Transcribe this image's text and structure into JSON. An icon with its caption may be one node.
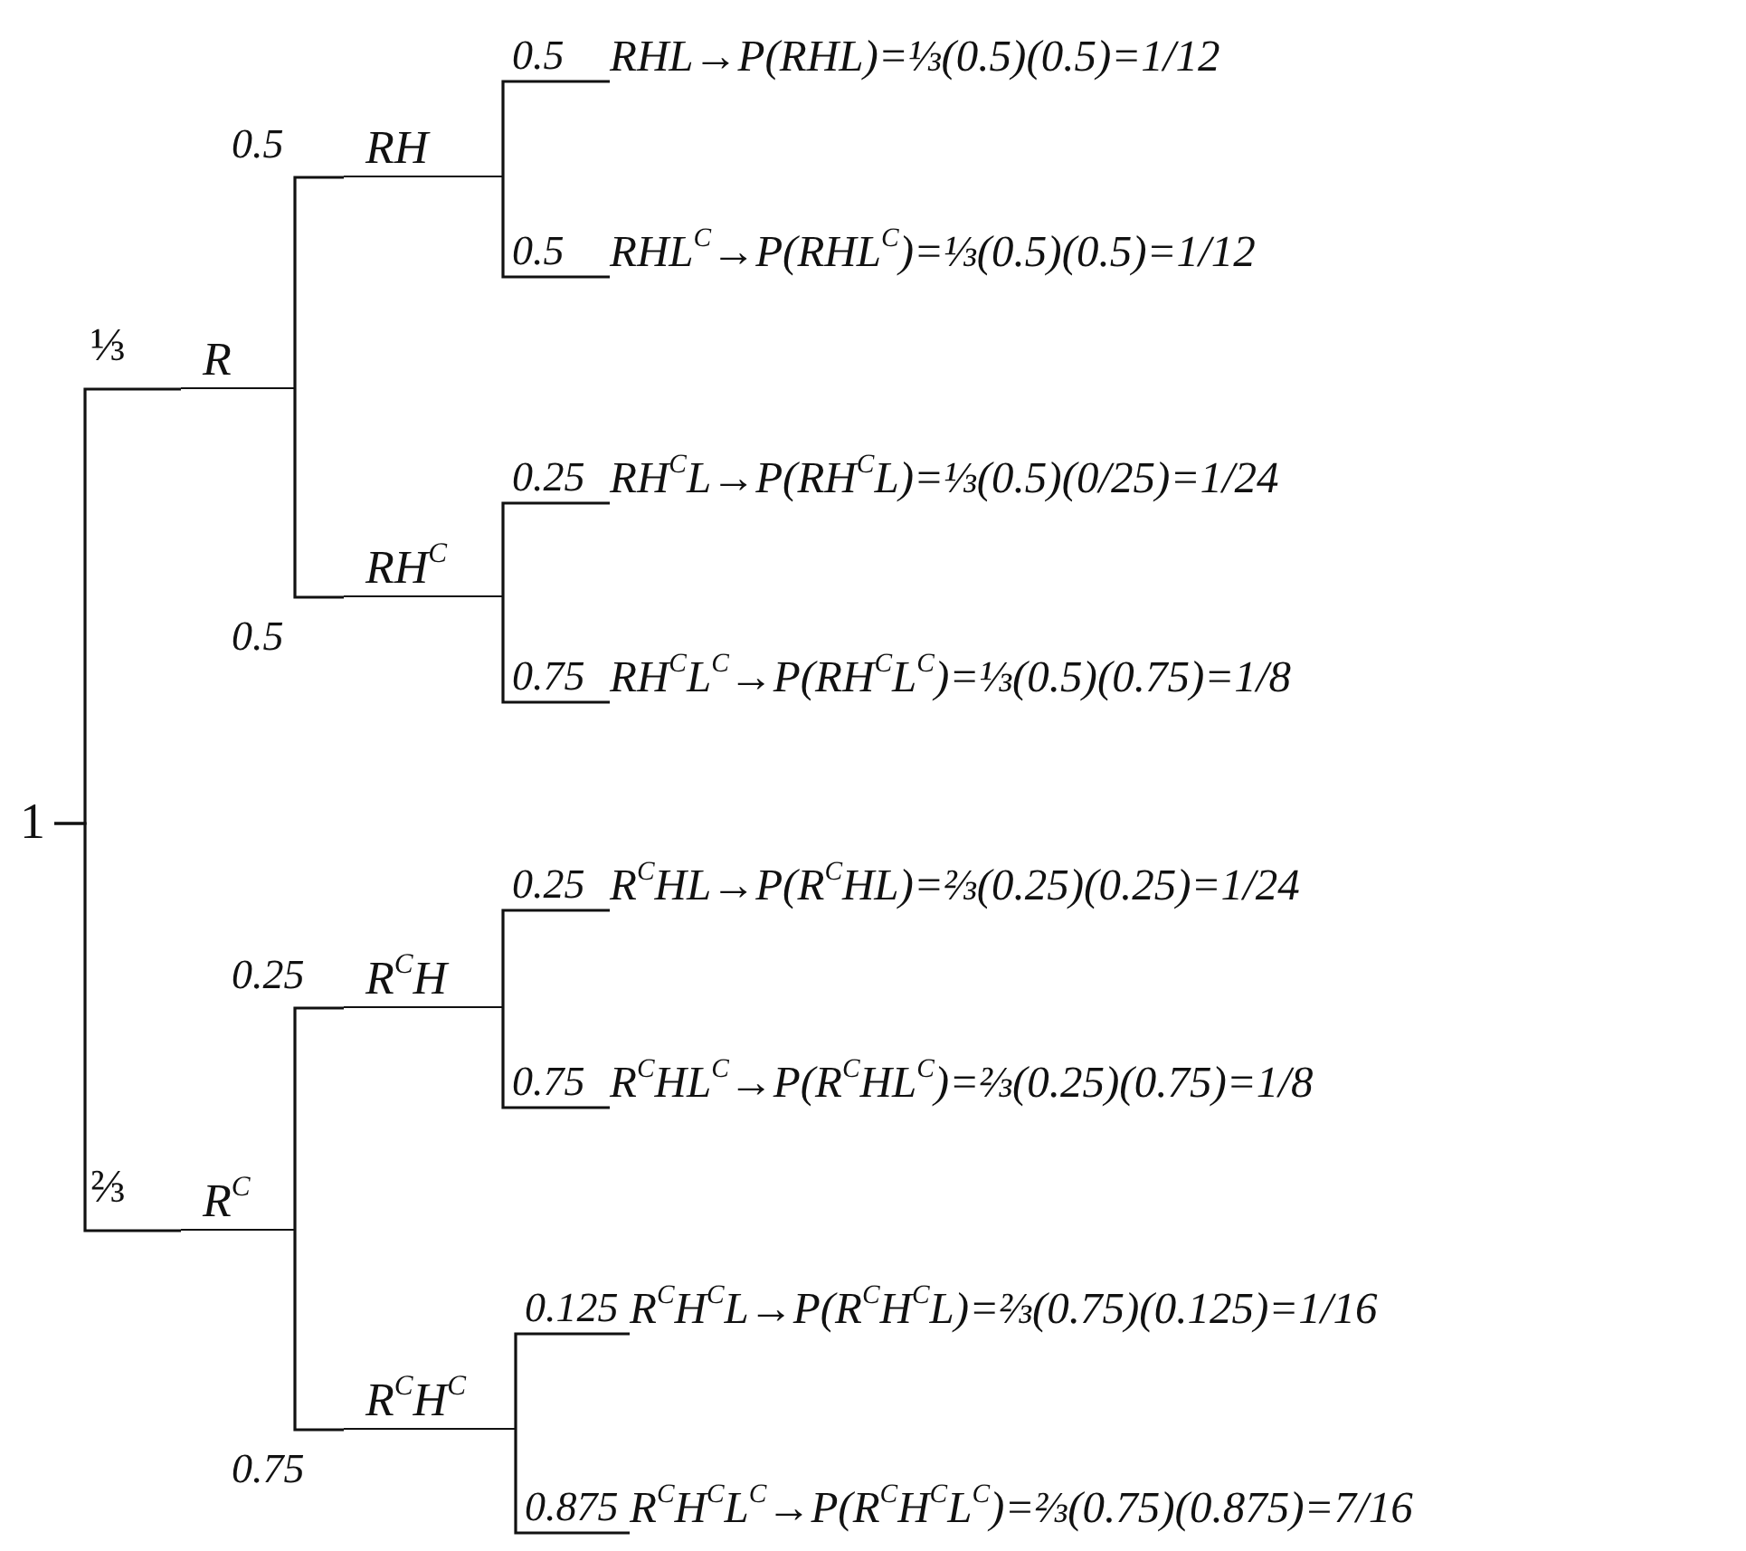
{
  "diagram": {
    "nodes": [
      {
        "text": [
          "1"
        ]
      },
      {
        "text": [
          "R"
        ]
      },
      {
        "text": [
          "RH"
        ]
      },
      {
        "text": [
          "RHL→P(RHL)=⅓(0.5)(0.5)=1/12"
        ]
      },
      {
        "text": [
          "RHL$^{C}$→P(RHL$^{C}$)=⅓(0.5)(0.5)=1/12"
        ]
      },
      {
        "text": [
          "RH$^{C}$"
        ]
      },
      {
        "text": [
          "RH$^{C}$L→P(RH$^{C}$L)=⅓(0.5)(0/25)=1/24"
        ]
      },
      {
        "text": [
          "RH$^{C}$L$^{C}$→P(RH$^{C}$L$^{C}$)=⅓(0.5)(0.75)=1/8"
        ]
      },
      {
        "text": [
          "R$^{C}$"
        ]
      },
      {
        "text": [
          "R$^{C}$H"
        ]
      },
      {
        "text": [
          "R$^{C}$HL→P(R$^{C}$HL)=⅔(0.25)(0.25)=1/24"
        ]
      },
      {
        "text": [
          "R$^{C}$HL$^{C}$→P(R$^{C}$HL$^{C}$)=⅔(0.25)(0.75)=1/8"
        ]
      },
      {
        "text": [
          "R$^{C}$H$^{C}$"
        ]
      },
      {
        "text": [
          "R$^{C}$H$^{C}$L→P(R$^{C}$H$^{C}$L)=⅔(0.75)(0.125)=1/16"
        ]
      },
      {
        "text": [
          "R$^{C}$H$^{C}$L$^{C}$→P(R$^{C}$H$^{C}$L$^{C}$)=⅔(0.75)(0.875)=7/16"
        ]
      }
    ],
    "edges": [
      {
        "from": 0,
        "to": 1,
        "arrow": "none",
        "label": "⅓"
      },
      {
        "from": 1,
        "to": 2,
        "arrow": "none",
        "label": "0.5"
      },
      {
        "from": 2,
        "to": 3,
        "arrow": "none",
        "label": "0.5"
      },
      {
        "from": 2,
        "to": 4,
        "arrow": "none",
        "label": "0.5"
      },
      {
        "from": 1,
        "to": 5,
        "arrow": "none",
        "label": "0.5"
      },
      {
        "from": 5,
        "to": 6,
        "arrow": "none",
        "label": "0.25"
      },
      {
        "from": 5,
        "to": 7,
        "arrow": "none",
        "label": "0.75"
      },
      {
        "from": 0,
        "to": 8,
        "arrow": "none",
        "label": "⅔"
      },
      {
        "from": 8,
        "to": 9,
        "arrow": "none",
        "label": "0.25"
      },
      {
        "from": 9,
        "to": 10,
        "arrow": "none",
        "label": "0.25"
      },
      {
        "from": 9,
        "to": 11,
        "arrow": "none",
        "label": "0.75"
      },
      {
        "from": 8,
        "to": 12,
        "arrow": "none",
        "label": "0.75"
      },
      {
        "from": 12,
        "to": 13,
        "arrow": "none",
        "label": "0.125"
      },
      {
        "from": 12,
        "to": 14,
        "arrow": "none",
        "label": "0.875"
      }
    ]
  }
}
